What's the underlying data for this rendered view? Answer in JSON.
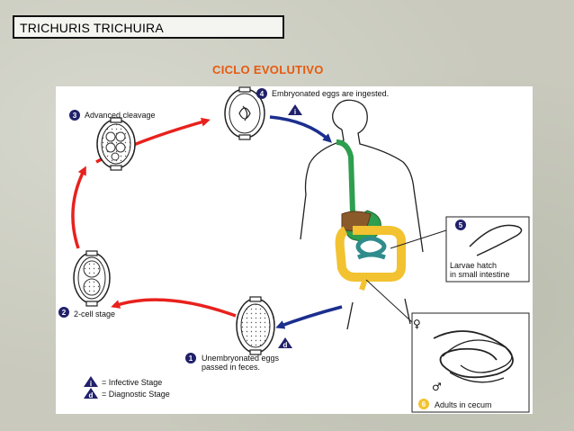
{
  "header": {
    "title": "TRICHURIS TRICHUIRA"
  },
  "diagram": {
    "subtitle": "CICLO EVOLUTIVO",
    "stages": [
      {
        "num": "4",
        "label": "Embryonated eggs are ingested."
      },
      {
        "num": "3",
        "label": "Advanced cleavage"
      },
      {
        "num": "2",
        "label": "2-cell stage"
      },
      {
        "num": "1",
        "label_line1": "Unembryonated eggs",
        "label_line2": "passed in feces."
      },
      {
        "num": "5",
        "label_line1": "Larvae hatch",
        "label_line2": "in small intestine"
      },
      {
        "num": "6",
        "label": "Adults in cecum"
      }
    ],
    "marker_infective": "i",
    "marker_diagnostic": "d",
    "legend": {
      "infective": "= Infective Stage",
      "diagnostic": "= Diagnostic Stage"
    },
    "symbols": {
      "female": "♀",
      "male": "♂"
    }
  },
  "colors": {
    "red_arrow": "#e8211d",
    "blue_arrow": "#1b2f8e",
    "subtitle": "#e65a0f",
    "stage_circle": "#20206b",
    "stage6_circle": "#f2c230",
    "intestine": "#f2c230",
    "liver": "#8b5a2b",
    "stomach": "#2e9e4f",
    "small_intestine": "#2f8c8c"
  }
}
